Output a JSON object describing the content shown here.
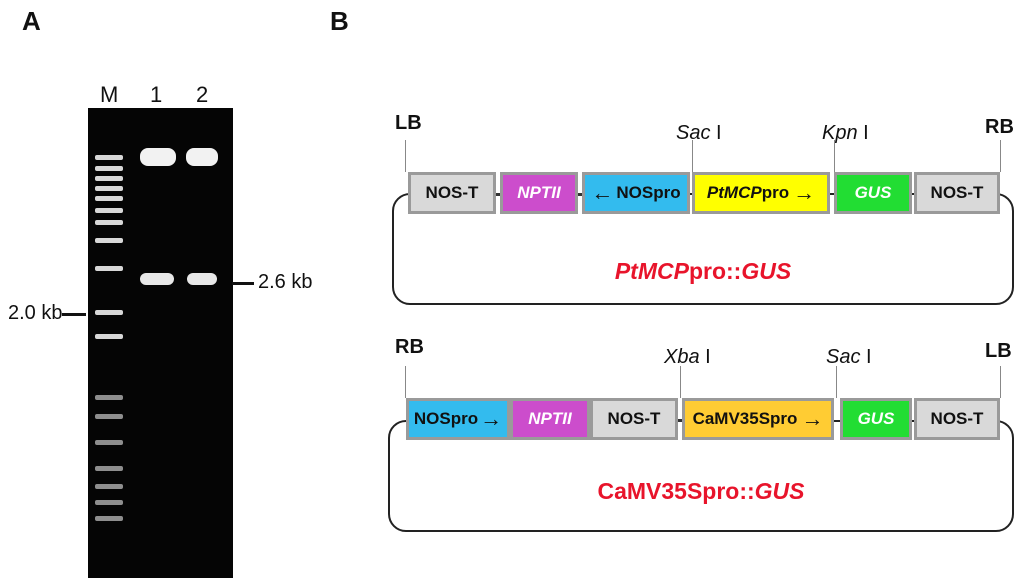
{
  "panels": {
    "a": "A",
    "b": "B"
  },
  "gel": {
    "lanes": [
      "M",
      "1",
      "2"
    ],
    "size_left": "2.0 kb",
    "size_right": "2.6 kb"
  },
  "construct1": {
    "left_border": "LB",
    "right_border": "RB",
    "site1": {
      "name": "Sac",
      "suffix": " I"
    },
    "site2": {
      "name": "Kpn",
      "suffix": " I"
    },
    "elements": {
      "nos_t_1": "NOS-T",
      "nptii": "NPTII",
      "nospro_arrow": "←",
      "nospro_label": "NOSpro",
      "ptmcp_italic": "PtMCP",
      "ptmcp_rest": "pro",
      "ptmcp_arrow": "→",
      "gus": "GUS",
      "nos_t_2": "NOS-T"
    },
    "title_italic1": "PtMCP",
    "title_plain": "pro::",
    "title_italic2": "GUS",
    "colors": {
      "nos": "#d9d9d9",
      "nptii": "#cc4dcc",
      "nospro": "#33bbee",
      "ptmcp": "#ffff00",
      "gus": "#22dd33"
    }
  },
  "construct2": {
    "left_border": "RB",
    "right_border": "LB",
    "site1": {
      "name": "Xba",
      "suffix": " I"
    },
    "site2": {
      "name": "Sac",
      "suffix": " I"
    },
    "elements": {
      "nospro_label": "NOSpro",
      "nospro_arrow": "→",
      "nptii": "NPTII",
      "nos_t_1": "NOS-T",
      "camv_label": "CaMV35Spro",
      "camv_arrow": "→",
      "gus": "GUS",
      "nos_t_2": "NOS-T"
    },
    "title_plain": "CaMV35Spro::",
    "title_italic": "GUS",
    "colors": {
      "nos": "#d9d9d9",
      "nptii": "#cc4dcc",
      "nospro": "#33bbee",
      "camv": "#ffcc33",
      "gus": "#22dd33"
    }
  }
}
